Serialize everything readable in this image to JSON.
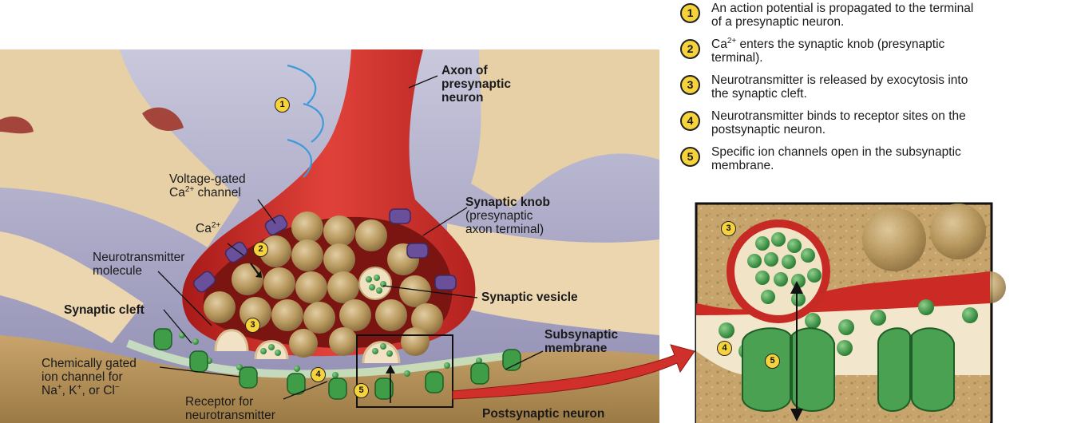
{
  "steps": [
    {
      "num": "1",
      "line1": "An action potential is propagated to the terminal",
      "line2": "of a presynaptic neuron."
    },
    {
      "num": "2",
      "line1_pre": "Ca",
      "line1_sup": "2+",
      "line1_post": " enters the synaptic knob (presynaptic",
      "line2": "terminal)."
    },
    {
      "num": "3",
      "line1": "Neurotransmitter is released by exocytosis into",
      "line2": "the synaptic cleft."
    },
    {
      "num": "4",
      "line1": "Neurotransmitter binds to receptor sites on the",
      "line2": "postsynaptic neuron."
    },
    {
      "num": "5",
      "line1": "Specific ion channels open in the subsynaptic",
      "line2": "membrane."
    }
  ],
  "labels": {
    "axon": {
      "l1": "Axon of",
      "l2": "presynaptic",
      "l3": "neuron"
    },
    "voltage_gated": {
      "l1": "Voltage-gated",
      "l2_pre": "Ca",
      "l2_sup": "2+",
      "l2_post": " channel"
    },
    "ca": {
      "pre": "Ca",
      "sup": "2+"
    },
    "neurotransmitter": {
      "l1": "Neurotransmitter",
      "l2": "molecule"
    },
    "synaptic_cleft": "Synaptic cleft",
    "chemically_gated": {
      "l1": "Chemically gated",
      "l2": "ion channel for",
      "na": "Na",
      "k": "K",
      "cl": "or Cl",
      "plus": "+",
      "minus": "−"
    },
    "receptor": {
      "l1": "Receptor for",
      "l2": "neurotransmitter"
    },
    "synaptic_knob": {
      "l1": "Synaptic knob",
      "l2": "(presynaptic",
      "l3": "axon terminal)"
    },
    "synaptic_vesicle": "Synaptic vesicle",
    "subsynaptic": {
      "l1": "Subsynaptic",
      "l2": "membrane"
    },
    "postsynaptic": "Postsynaptic neuron"
  },
  "markers": {
    "m1": "1",
    "m2": "2",
    "m3": "3",
    "m4": "4",
    "m5": "5"
  },
  "colors": {
    "background_sky": "#a9a6c6",
    "neuron_tan": "#e6cda5",
    "axon_red": "#cc2a25",
    "vesicle_tan": "#b89a6a",
    "neurotransmitter_green": "#3d9a45",
    "channel_purple": "#6a4f9a",
    "badge_yellow": "#f6d33b",
    "postsynaptic_brown": "#b8935c",
    "arrow_blue": "#3f9ad8"
  }
}
